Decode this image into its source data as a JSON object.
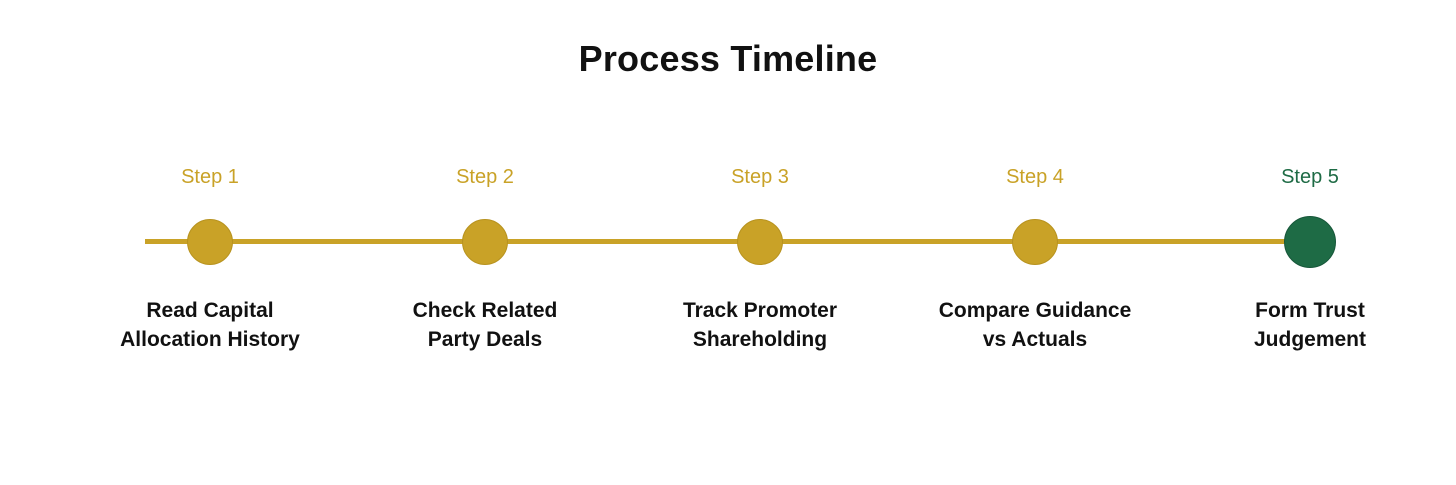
{
  "title": "Process Timeline",
  "colors": {
    "accent": "#C9A227",
    "final": "#1E6B45",
    "text": "#111111"
  },
  "steps": [
    {
      "label": "Step 1",
      "lines": [
        "Read Capital",
        "Allocation History"
      ]
    },
    {
      "label": "Step 2",
      "lines": [
        "Check Related",
        "Party Deals"
      ]
    },
    {
      "label": "Step 3",
      "lines": [
        "Track Promoter",
        "Shareholding"
      ]
    },
    {
      "label": "Step 4",
      "lines": [
        "Compare Guidance",
        "vs Actuals"
      ]
    },
    {
      "label": "Step 5",
      "lines": [
        "Form Trust",
        "Judgement"
      ]
    }
  ]
}
